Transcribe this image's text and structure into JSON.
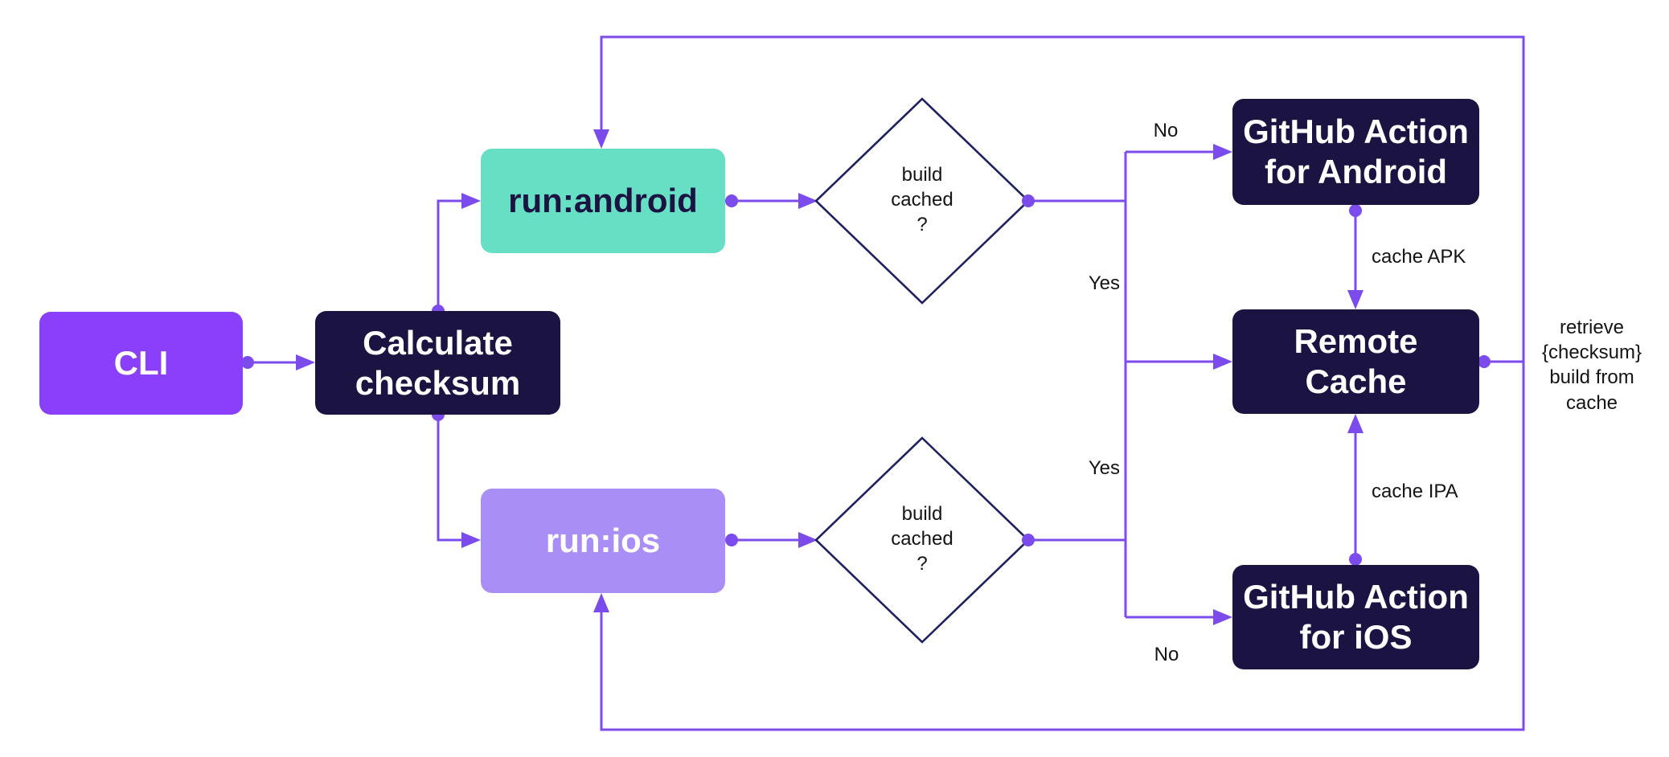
{
  "colors": {
    "background": "#ffffff",
    "edge": "#7c4bec",
    "node-dark": "#1b1342",
    "node-purple": "#8a3ffa",
    "node-teal": "#67dfc5",
    "node-lavender": "#a98ef5",
    "diamond-border": "#1e2060",
    "label-text": "#141414",
    "text-light": "#ffffff"
  },
  "nodes": {
    "cli": "CLI",
    "calculate_checksum": "Calculate\nchecksum",
    "run_android": "run:android",
    "run_ios": "run:ios",
    "decision_android": "build\ncached\n?",
    "decision_ios": "build\ncached\n?",
    "github_action_android": "GitHub Action\nfor Android",
    "remote_cache": "Remote\nCache",
    "github_action_ios": "GitHub Action\nfor iOS"
  },
  "edge_labels": {
    "android_no": "No",
    "android_yes": "Yes",
    "ios_yes": "Yes",
    "ios_no": "No",
    "cache_apk": "cache APK",
    "cache_ipa": "cache IPA",
    "retrieve": "retrieve\n{checksum}\nbuild from\ncache"
  }
}
